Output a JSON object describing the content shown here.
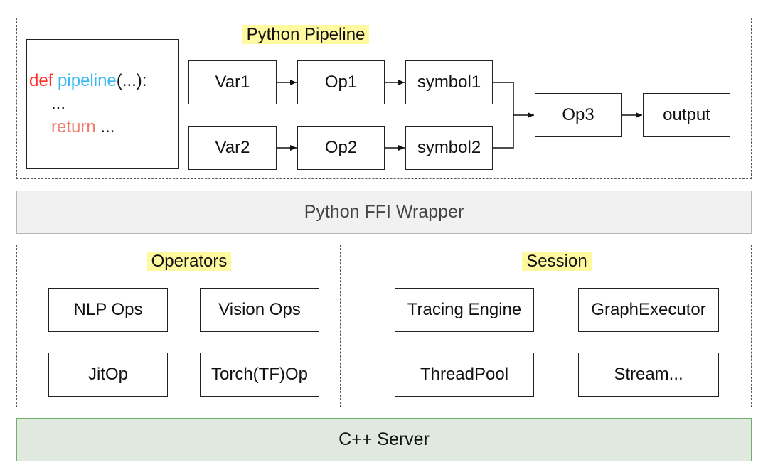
{
  "pipeline": {
    "title": "Python Pipeline",
    "code": {
      "def_kw": "def",
      "fn_name": "pipeline",
      "params": "(...):",
      "body": "...",
      "return_kw": "return",
      "return_val": "..."
    },
    "nodes": {
      "var1": "Var1",
      "op1": "Op1",
      "symbol1": "symbol1",
      "var2": "Var2",
      "op2": "Op2",
      "symbol2": "symbol2",
      "op3": "Op3",
      "output": "output"
    }
  },
  "ffi": {
    "label": "Python FFI Wrapper"
  },
  "operators": {
    "title": "Operators",
    "items": [
      "NLP Ops",
      "Vision Ops",
      "JitOp",
      "Torch(TF)Op"
    ]
  },
  "session": {
    "title": "Session",
    "items": [
      "Tracing Engine",
      "GraphExecutor",
      "ThreadPool",
      "Stream..."
    ]
  },
  "server": {
    "label": "C++ Server"
  },
  "colors": {
    "highlight": "#fffaa0",
    "ffi_band": "#f1f1f1",
    "server_band": "#dfe9df",
    "keyword_def": "#ff2a2a",
    "function_name": "#39b9f2",
    "keyword_return": "#f08072"
  }
}
